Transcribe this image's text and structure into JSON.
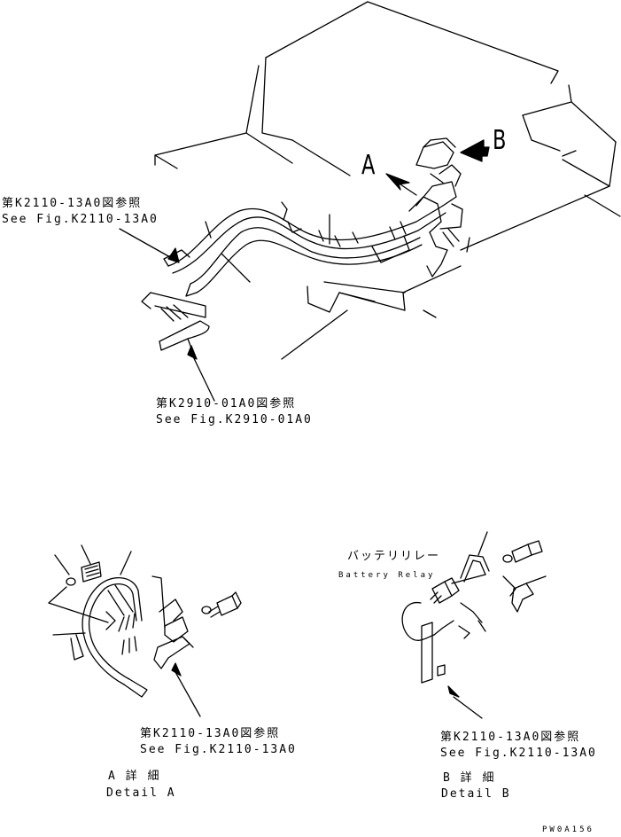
{
  "callouts": {
    "arrow_a": "A",
    "arrow_b": "B"
  },
  "refs": {
    "top_left_jp": "第K2110-13A0図参照",
    "top_left_en": "See Fig.K2110-13A0",
    "middle_jp": "第K2910-01A0図参照",
    "middle_en": "See Fig.K2910-01A0",
    "detail_a_jp": "第K2110-13A0図参照",
    "detail_a_en": "See Fig.K2110-13A0",
    "detail_b_jp": "第K2110-13A0図参照",
    "detail_b_en": "See Fig.K2110-13A0"
  },
  "battery_relay": {
    "jp": "バッテリリレー",
    "en": "Battery Relay"
  },
  "details": {
    "a_jp": "A 詳 細",
    "a_en": "Detail A",
    "b_jp": "B 詳 細",
    "b_en": "Detail B"
  },
  "drawing_code": "PW0A156"
}
